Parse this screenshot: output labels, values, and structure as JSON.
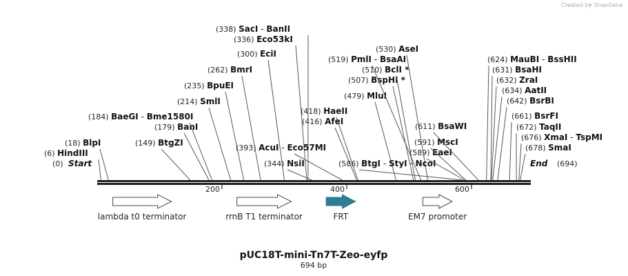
{
  "credit": "Created by",
  "brand": "SnapGene",
  "title": "pUC18T-mini-Tn7T-Zeo-eyfp",
  "length_label": "694 bp",
  "start_label": "Start",
  "start_pos": "(0)",
  "end_label": "End",
  "end_pos": "(694)",
  "total_bp": 694,
  "ticks": [
    {
      "bp": 200,
      "label": "200"
    },
    {
      "bp": 400,
      "label": "400"
    },
    {
      "bp": 600,
      "label": "600"
    }
  ],
  "colors": {
    "frt": "#2f7a94",
    "outline": "#444444",
    "backbone": "#222222"
  },
  "features": [
    {
      "name": "lambda t0 terminator",
      "start": 25,
      "end": 119,
      "filled": false
    },
    {
      "name": "rrnB T1 terminator",
      "start": 224,
      "end": 311,
      "filled": false
    },
    {
      "name": "FRT",
      "start": 367,
      "end": 414,
      "filled": true
    },
    {
      "name": "EM7 promoter",
      "start": 522,
      "end": 569,
      "filled": false
    }
  ],
  "sites": [
    {
      "pos": "(6)",
      "names": [
        "HindIII"
      ],
      "bp": 6
    },
    {
      "pos": "(18)",
      "names": [
        "BlpI"
      ],
      "bp": 18
    },
    {
      "pos": "(149)",
      "names": [
        "BtgZI"
      ],
      "bp": 149
    },
    {
      "pos": "(179)",
      "names": [
        "BanI"
      ],
      "bp": 179
    },
    {
      "pos": "(184)",
      "names": [
        "BaeGI",
        "Bme1580I"
      ],
      "bp": 184
    },
    {
      "pos": "(214)",
      "names": [
        "SmlI"
      ],
      "bp": 214
    },
    {
      "pos": "(235)",
      "names": [
        "BpuEI"
      ],
      "bp": 235
    },
    {
      "pos": "(262)",
      "names": [
        "BmrI"
      ],
      "bp": 262
    },
    {
      "pos": "(300)",
      "names": [
        "EciI"
      ],
      "bp": 300
    },
    {
      "pos": "(336)",
      "names": [
        "Eco53kI"
      ],
      "bp": 336
    },
    {
      "pos": "(338)",
      "names": [
        "SacI",
        "BanII"
      ],
      "bp": 338
    },
    {
      "pos": "(344)",
      "names": [
        "NsiI"
      ],
      "bp": 344
    },
    {
      "pos": "(393)",
      "names": [
        "AcuI",
        "Eco57MI"
      ],
      "bp": 393
    },
    {
      "pos": "(416)",
      "names": [
        "AfeI"
      ],
      "bp": 416
    },
    {
      "pos": "(418)",
      "names": [
        "HaeII"
      ],
      "bp": 418
    },
    {
      "pos": "(479)",
      "names": [
        "MluI"
      ],
      "bp": 479
    },
    {
      "pos": "(507)",
      "names": [
        "BspHI *"
      ],
      "bp": 507
    },
    {
      "pos": "(510)",
      "names": [
        "BclI *"
      ],
      "bp": 510
    },
    {
      "pos": "(519)",
      "names": [
        "PmlI",
        "BsaAI"
      ],
      "bp": 519
    },
    {
      "pos": "(530)",
      "names": [
        "AseI"
      ],
      "bp": 530
    },
    {
      "pos": "(586)",
      "names": [
        "BtgI",
        "StyI",
        "NcoI"
      ],
      "bp": 586
    },
    {
      "pos": "(589)",
      "names": [
        "EaeI"
      ],
      "bp": 589
    },
    {
      "pos": "(591)",
      "names": [
        "MscI"
      ],
      "bp": 591
    },
    {
      "pos": "(611)",
      "names": [
        "BsaWI"
      ],
      "bp": 611
    },
    {
      "pos": "(624)",
      "names": [
        "MauBI",
        "BssHII"
      ],
      "bp": 624
    },
    {
      "pos": "(631)",
      "names": [
        "BsaHI"
      ],
      "bp": 631
    },
    {
      "pos": "(632)",
      "names": [
        "ZraI"
      ],
      "bp": 632
    },
    {
      "pos": "(634)",
      "names": [
        "AatII"
      ],
      "bp": 634
    },
    {
      "pos": "(642)",
      "names": [
        "BsrBI"
      ],
      "bp": 642
    },
    {
      "pos": "(661)",
      "names": [
        "BsrFI"
      ],
      "bp": 661
    },
    {
      "pos": "(672)",
      "names": [
        "TaqII"
      ],
      "bp": 672
    },
    {
      "pos": "(676)",
      "names": [
        "XmaI",
        "TspMI"
      ],
      "bp": 676
    },
    {
      "pos": "(678)",
      "names": [
        "SmaI"
      ],
      "bp": 678
    }
  ]
}
